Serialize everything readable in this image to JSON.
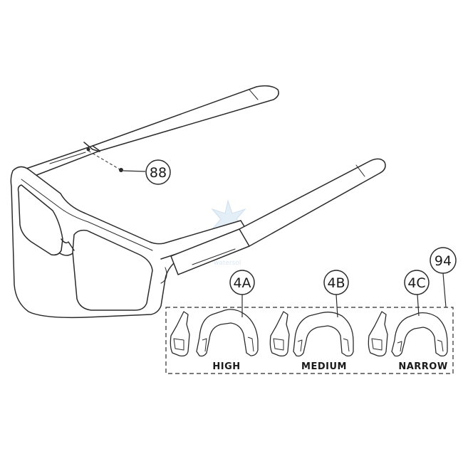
{
  "callouts": {
    "screw": "88",
    "kit": "94",
    "high": "4A",
    "medium": "4B",
    "narrow": "4C"
  },
  "labels": {
    "high": "HIGH",
    "medium": "MEDIUM",
    "narrow": "NARROW"
  },
  "watermark": {
    "text": "watersol"
  },
  "colors": {
    "line": "#2b2b2b",
    "watermark": "#b9d3ea"
  }
}
